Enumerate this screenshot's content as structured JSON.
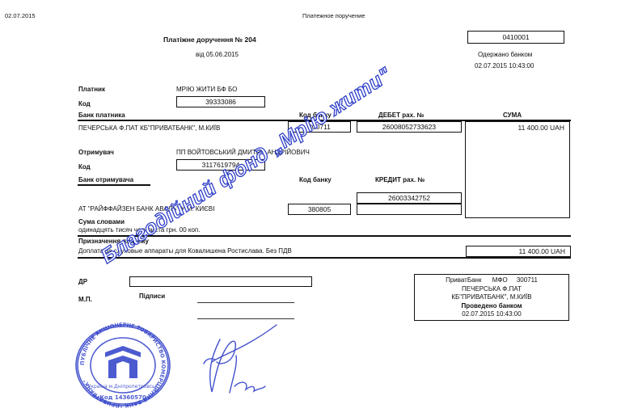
{
  "header": {
    "date": "02.07.2015",
    "doc_type": "Платежное поручение"
  },
  "doc": {
    "title": "Платіжне доручення  № 204",
    "date_line": "від 05.06.2015",
    "code": "0410001",
    "received_label": "Одержано банком",
    "received_datetime": "02.07.2015 10:43:00"
  },
  "payer": {
    "label": "Платник",
    "name": "МРІЮ ЖИТИ БФ БО",
    "code_label": "Код",
    "code": "39333086",
    "bank_label": "Банк платника",
    "bank_name": "ПЕЧЕРСЬКА Ф.ПАТ КБ\"ПРИВАТБАНК\", М.КИЇВ",
    "bank_code_label": "Код банку",
    "bank_code": "300711",
    "debit_label": "ДЕБЕТ рах. №",
    "debit_account": "26008052733623",
    "sum_label": "СУМА",
    "sum": "11 400.00 UAH"
  },
  "recipient": {
    "label": "Отримувач",
    "name": "ПП ВОЙТОВСЬКИЙ ДМИТРО АНДРІЙОВИЧ",
    "code_label": "Код",
    "code": "3117619794",
    "bank_label": "Банк отримувача",
    "bank_code_label": "Код банку",
    "credit_label": "КРЕДИТ рах. №",
    "credit_account": "26003342752",
    "bank_name": "АТ \"РАЙФФАЙЗЕН БАНК АВАЛЬ\" У М. КИЄВІ",
    "bank_code": "380805"
  },
  "amount_words": {
    "label": "Сума словами",
    "text": "одинадцять тисяч чотириста грн. 00 коп."
  },
  "purpose": {
    "label": "Призначення платежу",
    "text": "Доплата за слуховые аппараты для Ковалишена Ростислава. Без ПДВ",
    "sum": "11 400.00 UAH"
  },
  "footer": {
    "dr_label": "ДР",
    "mp_label": "М.П.",
    "signatures_label": "Підписи"
  },
  "bank_stamp": {
    "line1_bank": "ПриватБанк",
    "line1_mfo_label": "МФО",
    "line1_mfo": "300711",
    "line2": "ПЕЧЕРСЬКА Ф.ПАТ",
    "line3": "КБ\"ПРИВАТБАНК\", М.КИЇВ",
    "line4": "Проведено банком",
    "line5": "02.07.2015 10:43:00"
  },
  "overlay": {
    "diagonal_text": "Благодійний фонд „Мрію жити\""
  },
  "seal": {
    "ring_text": "ПУБЛІЧНЕ АКЦІОНЕРНЕ ТОВАРИСТВО КОМЕРЦІЙНИЙ БАНК \"ПРИВАТБАНК\"",
    "inner_text": "Україна м.Дніпропетровськ",
    "code_text": "Код 14360570"
  },
  "colors": {
    "stamp_blue": "#2f3fc8",
    "ink": "#111111"
  }
}
